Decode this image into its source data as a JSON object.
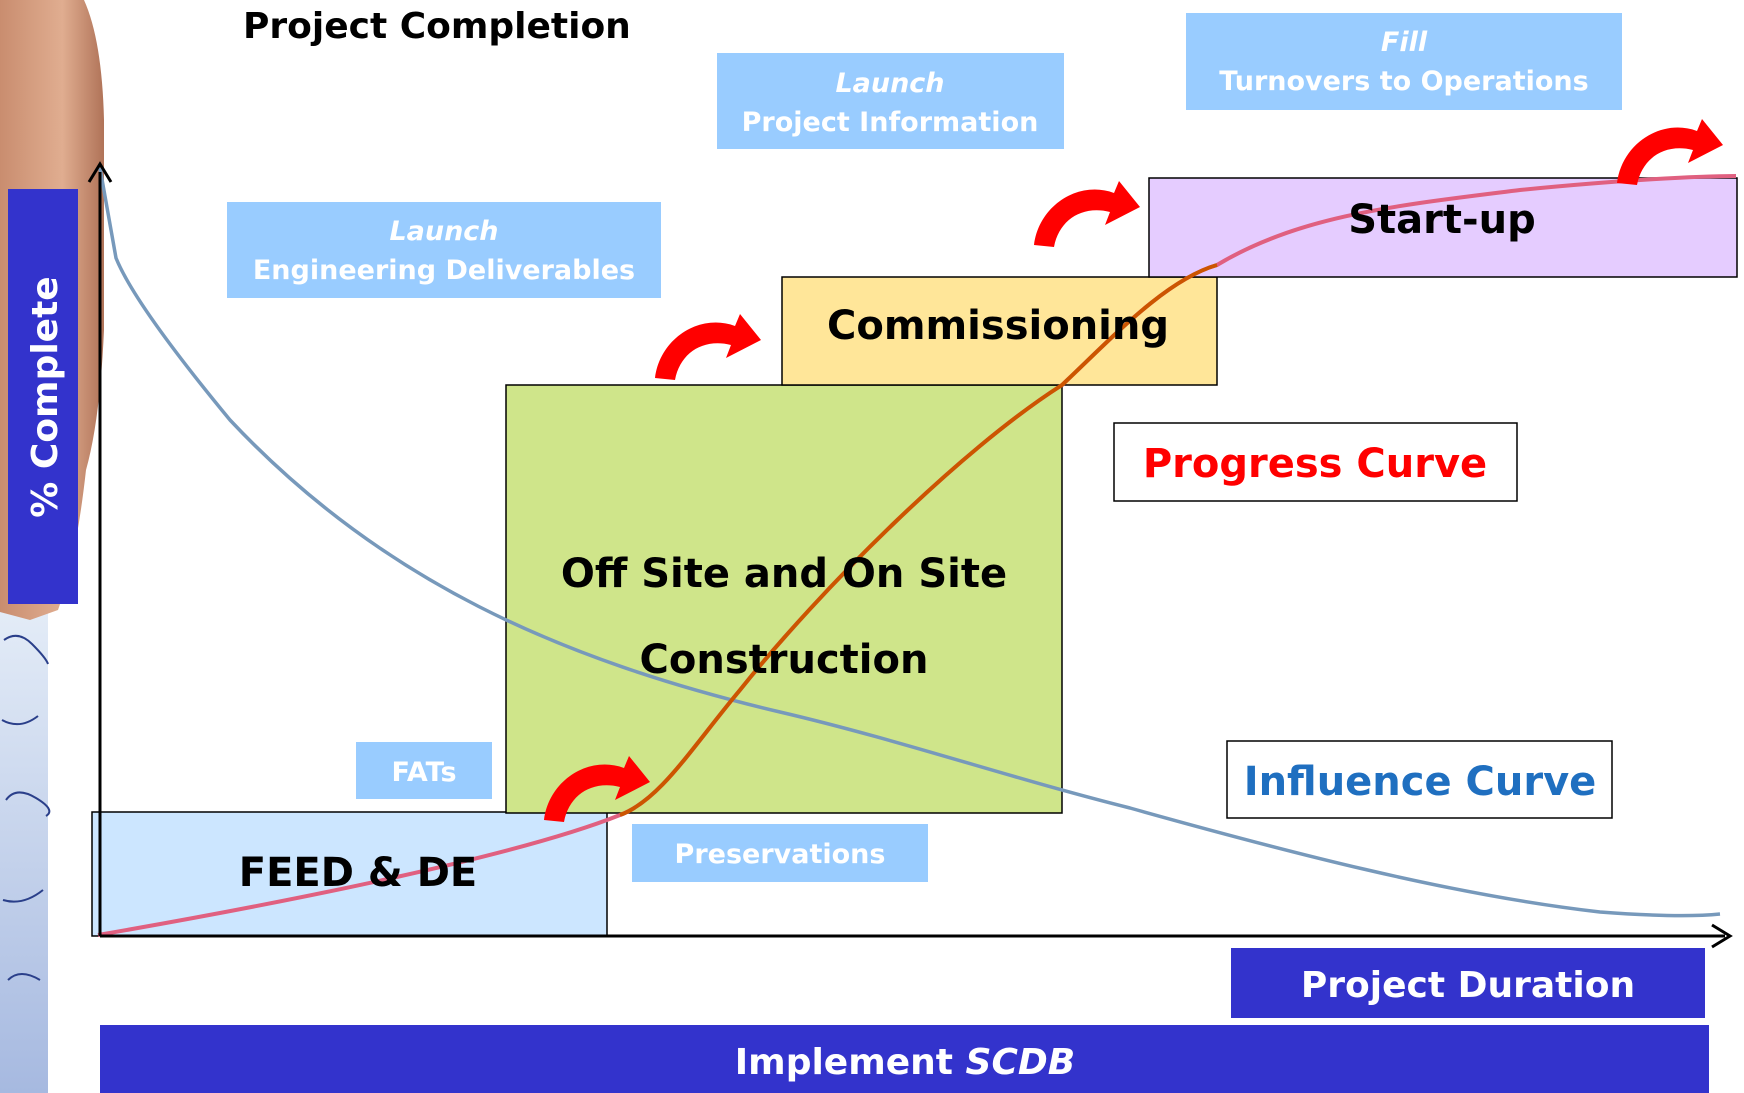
{
  "title": "Project Completion",
  "y_axis_label": "% Complete",
  "x_axis_label": "Project Duration",
  "footer": {
    "text": "Implement",
    "italic": "SCDB"
  },
  "phases": {
    "feed": "FEED & DE",
    "construction_line1": "Off Site and On Site",
    "construction_line2": "Construction",
    "commissioning": "Commissioning",
    "startup": "Start-up"
  },
  "callouts": {
    "launch_eng": {
      "italic": "Launch",
      "text": "Engineering Deliverables"
    },
    "launch_proj": {
      "italic": "Launch",
      "text": "Project Information"
    },
    "fill": {
      "italic": "Fill",
      "text": "Turnovers to Operations"
    },
    "fats": "FATs",
    "preservations": "Preservations"
  },
  "legend": {
    "progress": "Progress Curve",
    "influence": "Influence Curve"
  },
  "colors": {
    "navy": "#3333cc",
    "callout": "#99ccff",
    "feed": "#cce6ff",
    "construction": "#cfe58a",
    "commissioning": "#ffe699",
    "startup": "#e5ccff",
    "progress": "#e06080",
    "progress_overlap": "#cc5500",
    "influence": "#7799bb",
    "arrow": "#ff0000",
    "progress_text": "#ff0000",
    "influence_text": "#1f6fc0"
  },
  "icons": [
    "curved-arrow-icon",
    "axis-arrow-icon"
  ]
}
